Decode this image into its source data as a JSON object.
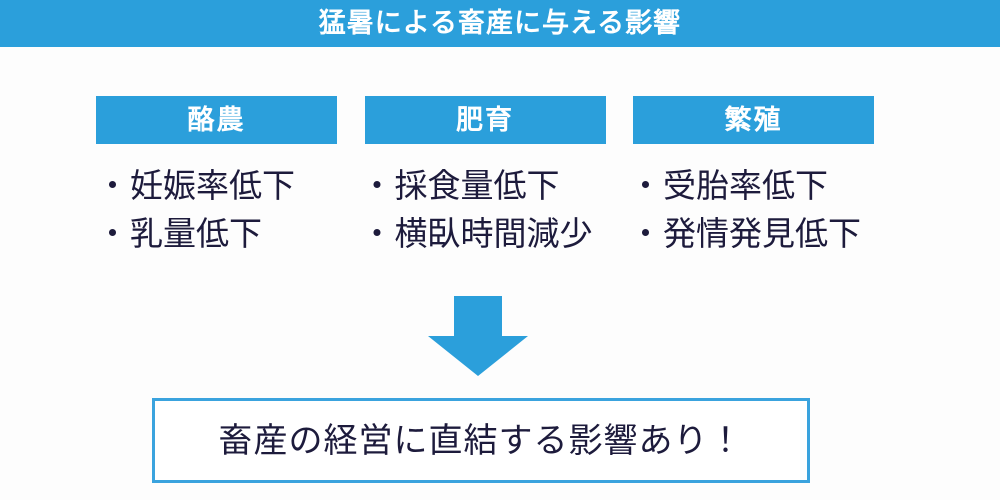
{
  "slide": {
    "title": "猛暑による畜産に与える影響",
    "colors": {
      "brand_blue": "#2b9fdb",
      "box_border_blue": "#3aa3de",
      "text_navy": "#1d1b3c",
      "background": "#fdfdfd",
      "title_text": "#ffffff"
    }
  },
  "columns": [
    {
      "header": "酪農",
      "items": [
        {
          "bullet": "・",
          "label": "妊娠率低下"
        },
        {
          "bullet": "・",
          "label": "乳量低下"
        }
      ]
    },
    {
      "header": "肥育",
      "items": [
        {
          "bullet": "・",
          "label": "採食量低下"
        },
        {
          "bullet": "・",
          "label": "横臥時間減少"
        }
      ]
    },
    {
      "header": "繁殖",
      "items": [
        {
          "bullet": "・",
          "label": "受胎率低下"
        },
        {
          "bullet": "・",
          "label": "発情発見低下"
        }
      ]
    }
  ],
  "arrow": {
    "direction": "down",
    "color": "#2b9fdb"
  },
  "conclusion": {
    "text": "畜産の経営に直結する影響あり！"
  }
}
